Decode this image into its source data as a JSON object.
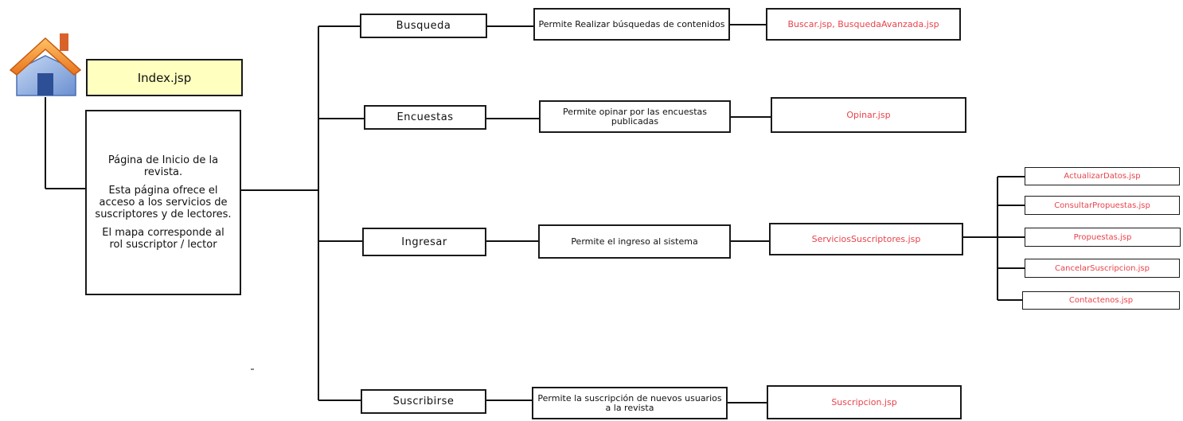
{
  "index": {
    "title": "Index.jsp",
    "description": [
      "Página de Inicio de la revista.",
      "Esta página ofrece el acceso a los servicios de suscriptores y de lectores.",
      "El mapa corresponde al rol suscriptor / lector"
    ]
  },
  "sections": [
    {
      "name": "Busqueda",
      "description": "Permite Realizar búsquedas de contenidos",
      "files": "Buscar.jsp, BusquedaAvanzada.jsp"
    },
    {
      "name": "Encuestas",
      "description": "Permite opinar por las encuestas publicadas",
      "files": "Opinar.jsp"
    },
    {
      "name": "Ingresar",
      "description": "Permite el ingreso al sistema",
      "files": "ServiciosSuscriptores.jsp"
    },
    {
      "name": "Suscribirse",
      "description": "Permite la suscripción de nuevos usuarios a la revista",
      "files": "Suscripcion.jsp"
    }
  ],
  "subscriber_pages": [
    "ActualizarDatos.jsp",
    "ConsultarPropuestas.jsp",
    "Propuestas.jsp",
    "CancelarSuscripcion.jsp",
    "Contactenos.jsp"
  ],
  "colors": {
    "line": "#111111",
    "file_text": "#e8434b",
    "index_fill": "#ffffbf"
  },
  "icons": {
    "home": "house-icon"
  }
}
